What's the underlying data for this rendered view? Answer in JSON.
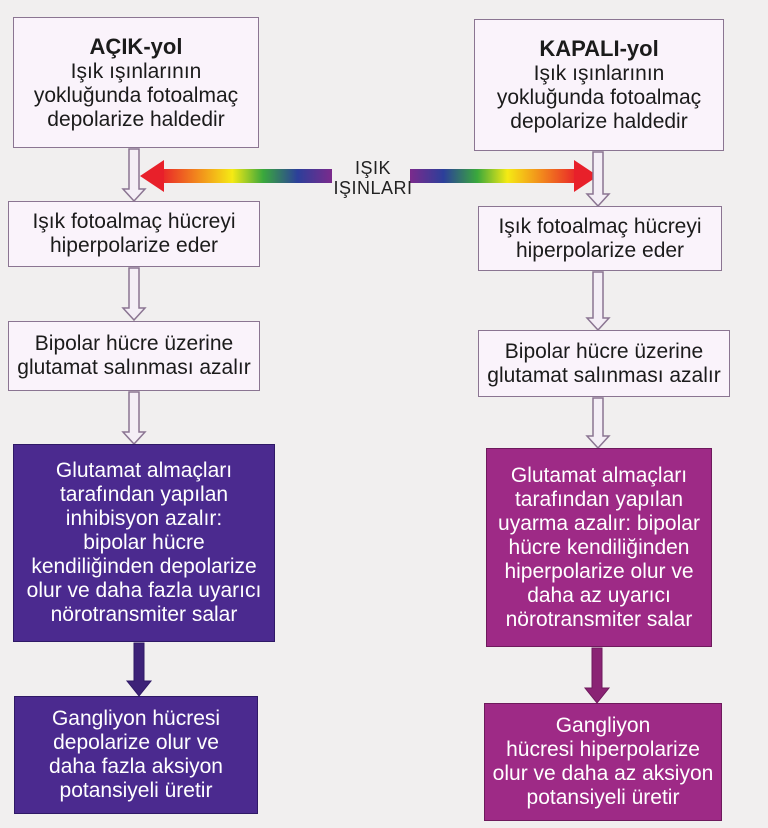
{
  "colors": {
    "light_box": "#faf3fb",
    "light_border": "#8b7592",
    "violet": "#4b2a8f",
    "magenta": "#9e2a86",
    "spectrum": [
      "#e8202a",
      "#f7a21b",
      "#f5ea14",
      "#3aa83c",
      "#2c3f9a",
      "#7b2a8c"
    ]
  },
  "center_label": [
    "IŞIK",
    "IŞINLARI"
  ],
  "left": {
    "title": "AÇIK-yol",
    "b1": [
      "Işık ışınlarının",
      "yokluğunda fotoalmaç",
      "depolarize haldedir"
    ],
    "b2": [
      "Işık fotoalmaç hücreyi",
      "hiperpolarize eder"
    ],
    "b3": [
      "Bipolar hücre üzerine",
      "glutamat salınması azalır"
    ],
    "b4": [
      "Glutamat almaçları",
      "tarafından  yapılan",
      "inhibisyon azalır:",
      "bipolar hücre",
      "kendiliğinden depolarize",
      "olur ve daha  fazla uyarıcı",
      "nörotransmiter salar"
    ],
    "b5": [
      "Gangliyon hücresi",
      "depolarize olur ve",
      "daha fazla aksiyon",
      "potansiyeli üretir"
    ]
  },
  "right": {
    "title": "KAPALI-yol",
    "b1": [
      "Işık ışınlarının",
      "yokluğunda fotoalmaç",
      "depolarize haldedir"
    ],
    "b2": [
      "Işık fotoalmaç hücreyi",
      "hiperpolarize eder"
    ],
    "b3": [
      "Bipolar hücre üzerine",
      "glutamat salınması azalır"
    ],
    "b4": [
      "Glutamat almaçları",
      "tarafından yapılan",
      "uyarma azalır: bipolar",
      "hücre kendiliğinden",
      "hiperpolarize olur ve",
      "daha az uyarıcı",
      "nörotransmiter salar"
    ],
    "b5": [
      "Gangliyon",
      "hücresi hiperpolarize",
      "olur ve daha az aksiyon",
      "potansiyeli üretir"
    ]
  }
}
